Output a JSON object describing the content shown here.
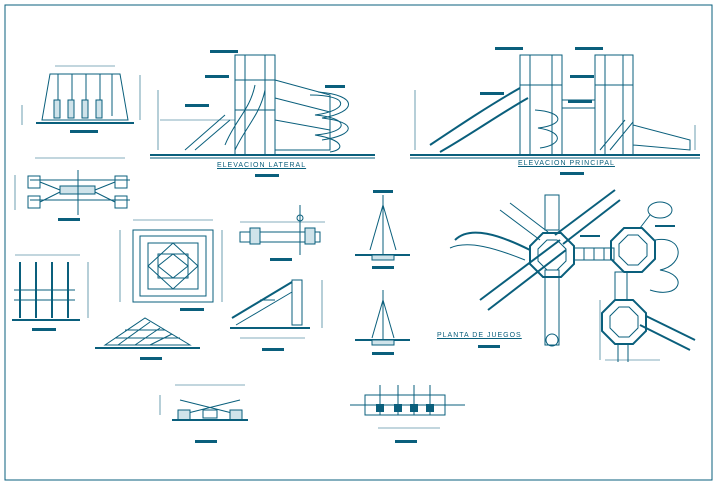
{
  "labels": {
    "elevation_lateral": "ELEVACION  LATERAL",
    "elevation_principal": "ELEVACION PRINCIPAL",
    "plan": "PLANTA DE JUEGOS"
  },
  "colors": {
    "line": "#0a5f7c",
    "background": "#ffffff"
  }
}
